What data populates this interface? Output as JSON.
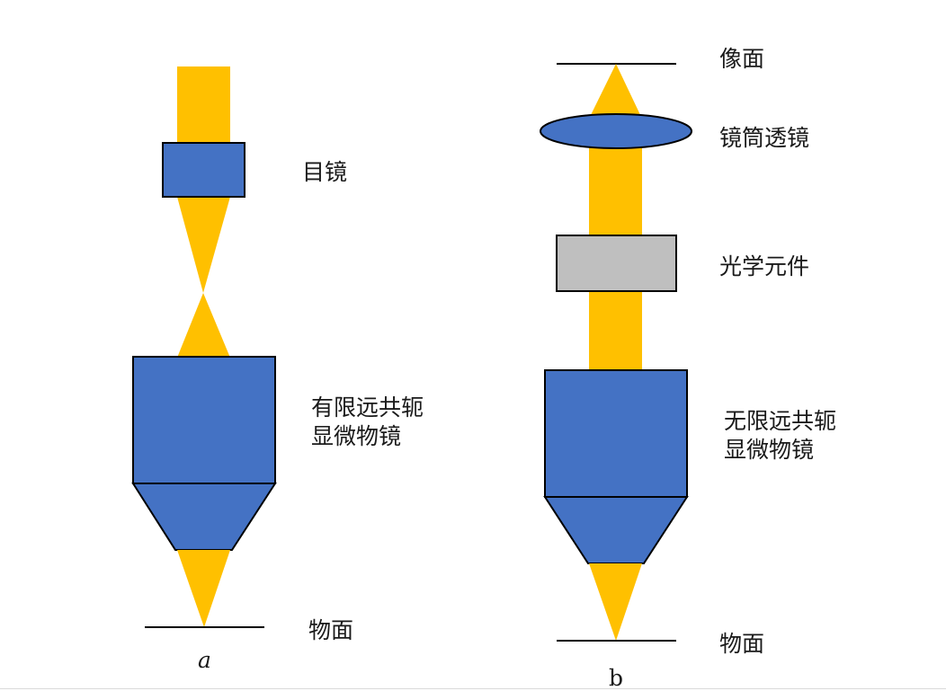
{
  "colors": {
    "light_beam": "#FFC000",
    "lens_blue": "#4472C4",
    "optical_element_gray": "#BFBFBF",
    "outline": "#000000"
  },
  "diagram_a": {
    "caption": "a",
    "eyepiece_label": "目镜",
    "objective_label_line1": "有限远共轭",
    "objective_label_line2": "显微物镜",
    "object_plane_label": "物面"
  },
  "diagram_b": {
    "caption": "b",
    "image_plane_label": "像面",
    "tube_lens_label": "镜筒透镜",
    "optical_element_label": "光学元件",
    "objective_label_line1": "无限远共轭",
    "objective_label_line2": "显微物镜",
    "object_plane_label": "物面"
  }
}
